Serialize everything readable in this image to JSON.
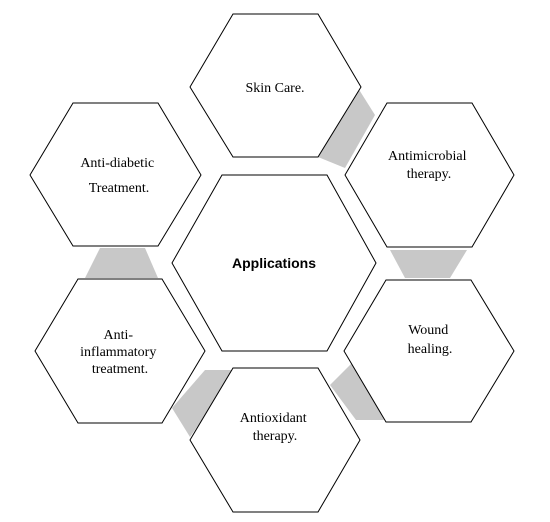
{
  "center": {
    "label": "Applications"
  },
  "nodes": [
    {
      "id": "skin-care",
      "lines": [
        "Skin Care."
      ]
    },
    {
      "id": "antimicrobial",
      "lines": [
        "Antimicrobial",
        "therapy."
      ]
    },
    {
      "id": "wound-healing",
      "lines": [
        "Wound",
        "healing."
      ]
    },
    {
      "id": "antioxidant",
      "lines": [
        "Antioxidant",
        "therapy."
      ]
    },
    {
      "id": "anti-inflammatory",
      "lines": [
        "Anti-",
        "inflammatory",
        "treatment."
      ]
    },
    {
      "id": "anti-diabetic",
      "lines": [
        "Anti-diabetic",
        "Treatment."
      ]
    }
  ],
  "colors": {
    "connector": "#c8c8c8",
    "stroke": "#000000",
    "fill": "#ffffff"
  }
}
